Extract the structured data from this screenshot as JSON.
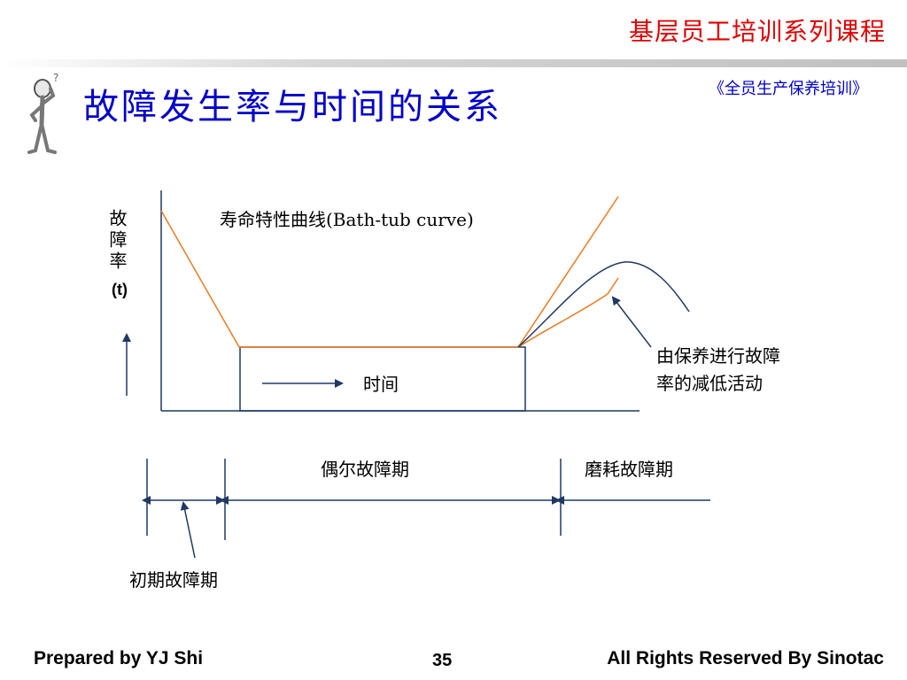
{
  "header": {
    "series_title": "基层员工培训系列课程",
    "course_name": "《全员生产保养培训》",
    "page_title": "故障发生率与时间的关系"
  },
  "diagram": {
    "y_axis_label": "故障率",
    "y_axis_unit": "(t)",
    "curve_title": "寿命特性曲线(Bath-tub curve)",
    "time_label": "时间",
    "callout_label_line1": "由保养进行故障",
    "callout_label_line2": "率的减低活动",
    "phase_random": "偶尔故障期",
    "phase_wearout": "磨耗故障期",
    "phase_infant": "初期故障期"
  },
  "footer": {
    "prepared_by": "Prepared by YJ Shi",
    "page_number": "35",
    "rights": "All Rights Reserved By Sinotac"
  },
  "colors": {
    "title_blue": "#0000cc",
    "series_red": "#e00000",
    "curve_orange": "#ee7a22",
    "curve_navy": "#1f3864",
    "header_band": "#c8c8c8"
  },
  "icons": [
    "thinking-person-icon"
  ]
}
